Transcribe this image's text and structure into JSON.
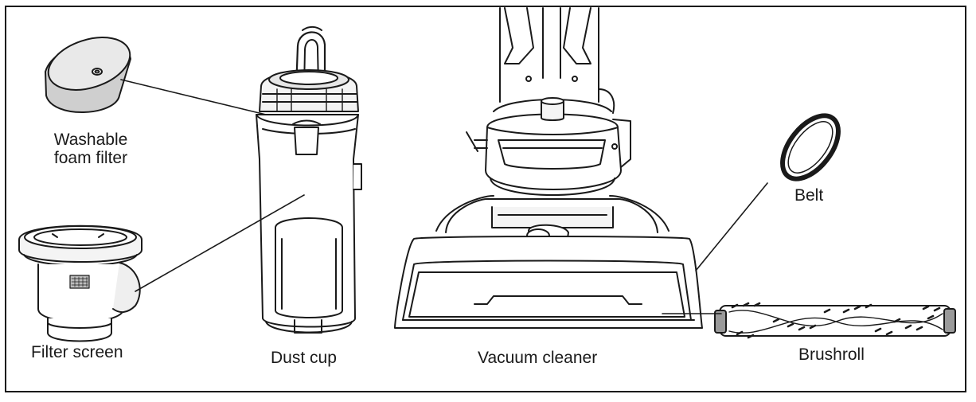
{
  "labels": {
    "foam_filter_line1": "Washable",
    "foam_filter_line2": "foam filter",
    "filter_screen": "Filter screen",
    "dust_cup": "Dust cup",
    "vacuum_cleaner": "Vacuum cleaner",
    "belt": "Belt",
    "brushroll": "Brushroll"
  },
  "colors": {
    "line": "#1a1a1a",
    "fill_light": "#f0f0f0",
    "fill_mid": "#cfcfcf",
    "fill_dark": "#9a9a9a"
  }
}
